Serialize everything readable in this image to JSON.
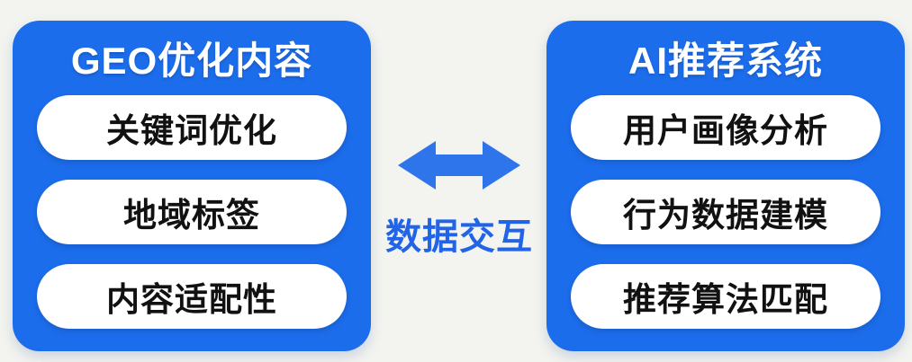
{
  "diagram": {
    "left_box": {
      "title": "GEO优化内容",
      "items": [
        {
          "label": "关键词优化"
        },
        {
          "label": "地域标签"
        },
        {
          "label": "内容适配性"
        }
      ]
    },
    "right_box": {
      "title": "AI推荐系统",
      "items": [
        {
          "label": "用户画像分析"
        },
        {
          "label": "行为数据建模"
        },
        {
          "label": "推荐算法匹配"
        }
      ]
    },
    "connector": {
      "label": "数据交互",
      "arrow_icon": "double-headed-horizontal-arrow"
    }
  },
  "colors": {
    "page_background": "#f3f4f0",
    "box_background": "#1c6dec",
    "title_text": "#ffffff",
    "pill_background": "#ffffff",
    "pill_text": "#111111",
    "arrow": "#2e74ea",
    "connector_label": "#2164e8"
  }
}
